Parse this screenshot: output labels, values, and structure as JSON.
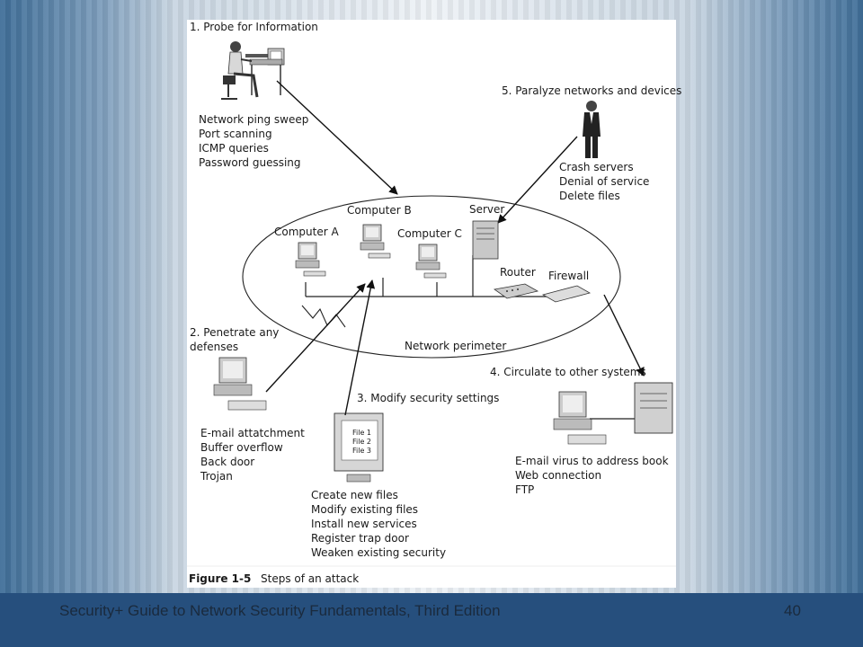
{
  "diagram": {
    "step1": {
      "title": "1. Probe for Information",
      "items": [
        "Network ping sweep",
        "Port scanning",
        "ICMP queries",
        "Password guessing"
      ]
    },
    "step2": {
      "title_line1": "2. Penetrate any",
      "title_line2": "defenses",
      "items": [
        "E-mail attatchment",
        "Buffer overflow",
        "Back door",
        "Trojan"
      ]
    },
    "step3": {
      "title": "3. Modify security settings",
      "items": [
        "Create new files",
        "Modify existing files",
        "Install new services",
        "Register trap door",
        "Weaken existing security"
      ],
      "screen_files": [
        "File 1",
        "File 2",
        "File 3"
      ]
    },
    "step4": {
      "title": "4. Circulate to other systems",
      "items": [
        "E-mail virus to address book",
        "Web connection",
        "FTP"
      ]
    },
    "step5": {
      "title": "5. Paralyze networks and devices",
      "items": [
        "Crash servers",
        "Denial of service",
        "Delete files"
      ]
    },
    "network": {
      "computer_a": "Computer A",
      "computer_b": "Computer B",
      "computer_c": "Computer C",
      "server": "Server",
      "router": "Router",
      "firewall": "Firewall",
      "perimeter": "Network perimeter"
    },
    "figure_label": "Figure 1-5",
    "figure_caption": "Steps of an attack"
  },
  "footer": {
    "title": "Security+ Guide to Network Security Fundamentals, Third Edition",
    "page": "40"
  }
}
